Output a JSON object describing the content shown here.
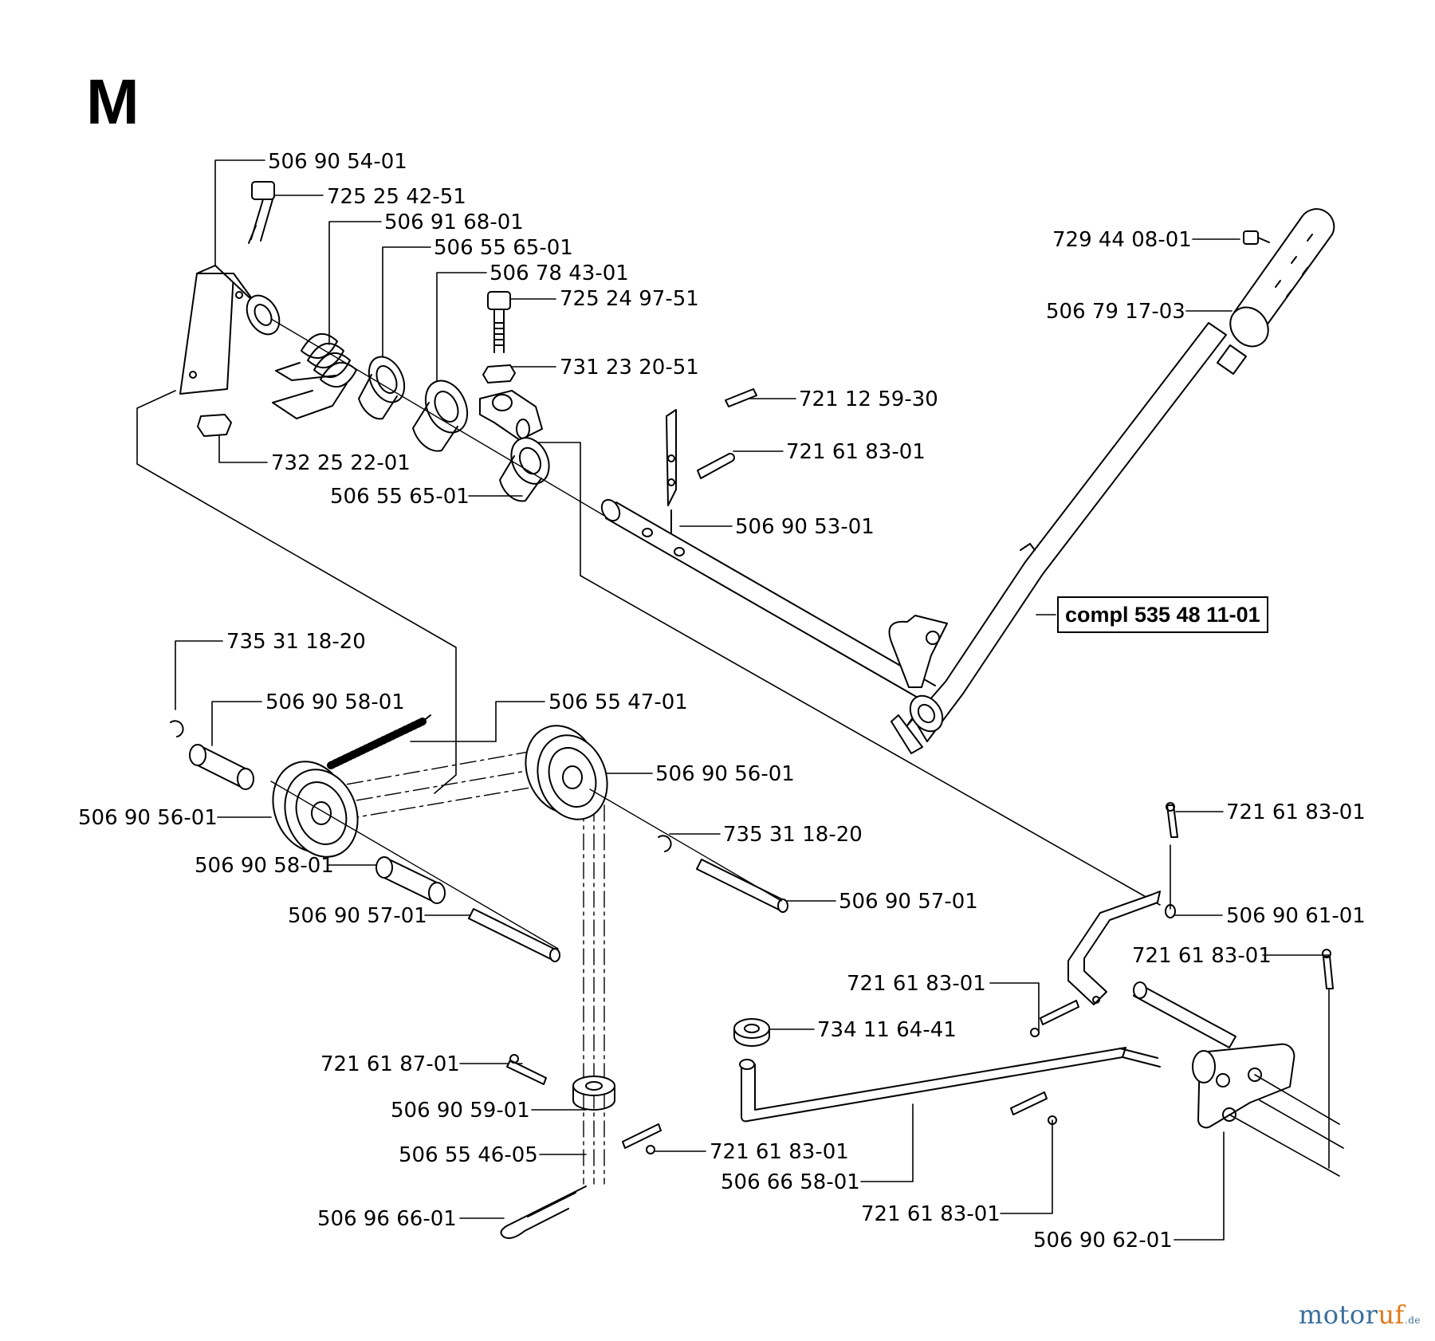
{
  "section": "M",
  "assembly_label": "compl 535 48 11-01",
  "watermark": {
    "part1": "motor",
    "part2": "uf",
    "part3": ".de"
  },
  "parts": {
    "p1": "506 90 54-01",
    "p2": "725 25 42-51",
    "p3": "506 91 68-01",
    "p4": "506 55 65-01",
    "p5": "506 78 43-01",
    "p6": "725 24 97-51",
    "p7": "731 23 20-51",
    "p8": "732 25 22-01",
    "p9": "506 55 65-01",
    "p10": "721 12 59-30",
    "p11": "721 61 83-01",
    "p12": "506 90 53-01",
    "p13": "729 44 08-01",
    "p14": "506 79 17-03",
    "p15": "735 31 18-20",
    "p16": "506 90 58-01",
    "p17": "506 55 47-01",
    "p18": "506 90 56-01",
    "p19": "506 90 56-01",
    "p20": "735 31 18-20",
    "p21": "506 90 58-01",
    "p22": "506 90 57-01",
    "p23": "506 90 57-01",
    "p24": "721 61 83-01",
    "p25": "506 90 61-01",
    "p26": "721 61 83-01",
    "p27": "721 61 83-01",
    "p28": "734 11 64-41",
    "p29": "721 61 87-01",
    "p30": "506 90 59-01",
    "p31": "506 55 46-05",
    "p32": "506 96 66-01",
    "p33": "721 61 83-01",
    "p34": "506 66 58-01",
    "p35": "721 61 83-01",
    "p36": "506 90 62-01"
  }
}
